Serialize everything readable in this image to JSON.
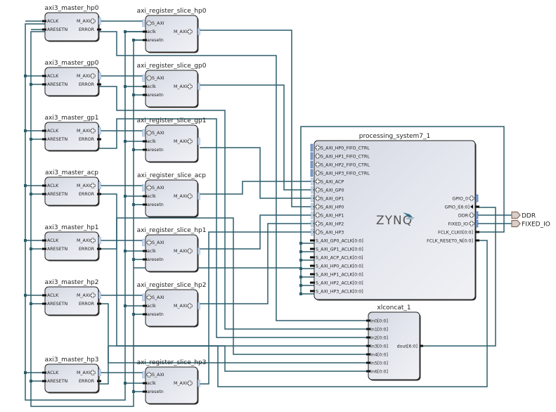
{
  "colors": {
    "net": "#2b5d6b",
    "bus": "#4aa3c2",
    "block_border": "#222222",
    "block_fill_top": "#d8dbe3",
    "block_fill_bottom": "#eef0f5",
    "port_ext": "#8b6a5a"
  },
  "masters": [
    {
      "name": "axi3_master_hp0",
      "pins_left": [
        "ACLK",
        "ARESETN"
      ],
      "pins_right": [
        "M_AXI",
        "ERROR"
      ]
    },
    {
      "name": "axi3_master_gp0",
      "pins_left": [
        "ACLK",
        "ARESETN"
      ],
      "pins_right": [
        "M_AXI",
        "ERROR"
      ]
    },
    {
      "name": "axi3_master_gp1",
      "pins_left": [
        "ACLK",
        "ARESETN"
      ],
      "pins_right": [
        "M_AXI",
        "ERROR"
      ]
    },
    {
      "name": "axi3_master_acp",
      "pins_left": [
        "ACLK",
        "ARESETN"
      ],
      "pins_right": [
        "M_AXI",
        "ERROR"
      ]
    },
    {
      "name": "axi3_master_hp1",
      "pins_left": [
        "ACLK",
        "ARESETN"
      ],
      "pins_right": [
        "M_AXI",
        "ERROR"
      ]
    },
    {
      "name": "axi3_master_hp2",
      "pins_left": [
        "ACLK",
        "ARESETN"
      ],
      "pins_right": [
        "M_AXI",
        "ERROR"
      ]
    },
    {
      "name": "axi3_master_hp3",
      "pins_left": [
        "ACLK",
        "ARESETN"
      ],
      "pins_right": [
        "M_AXI",
        "ERROR"
      ]
    }
  ],
  "slices": [
    {
      "name": "axi_register_slice_hp0",
      "pins_left": [
        "S_AXI",
        "aclk",
        "aresetn"
      ],
      "pins_right": [
        "M_AXI"
      ]
    },
    {
      "name": "axi_register_slice_gp0",
      "pins_left": [
        "S_AXI",
        "aclk",
        "aresetn"
      ],
      "pins_right": [
        "M_AXI"
      ]
    },
    {
      "name": "axi_register_slice_gp1",
      "pins_left": [
        "S_AXI",
        "aclk",
        "aresetn"
      ],
      "pins_right": [
        "M_AXI"
      ]
    },
    {
      "name": "axi_register_slice_acp",
      "pins_left": [
        "S_AXI",
        "aclk",
        "aresetn"
      ],
      "pins_right": [
        "M_AXI"
      ]
    },
    {
      "name": "axi_register_slice_hp1",
      "pins_left": [
        "S_AXI",
        "aclk",
        "aresetn"
      ],
      "pins_right": [
        "M_AXI"
      ]
    },
    {
      "name": "axi_register_slice_hp2",
      "pins_left": [
        "S_AXI",
        "aclk",
        "aresetn"
      ],
      "pins_right": [
        "M_AXI"
      ]
    },
    {
      "name": "axi_register_slice_hp3",
      "pins_left": [
        "S_AXI",
        "aclk",
        "aresetn"
      ],
      "pins_right": [
        "M_AXI"
      ]
    }
  ],
  "ps7": {
    "name": "processing_system7_1",
    "logo": "ZYNQ",
    "pins_left_fifo": [
      "S_AXI_HP0_FIFO_CTRL",
      "S_AXI_HP1_FIFO_CTRL",
      "S_AXI_HP2_FIFO_CTRL",
      "S_AXI_HP3_FIFO_CTRL"
    ],
    "pins_left_axi": [
      "S_AXI_ACP",
      "S_AXI_GP0",
      "S_AXI_GP1",
      "S_AXI_HP0",
      "S_AXI_HP1",
      "S_AXI_HP2",
      "S_AXI_HP3"
    ],
    "pins_left_clk": [
      "S_AXI_GP0_ACLK[0:0]",
      "S_AXI_GP1_ACLK[0:0]",
      "S_AXI_ACP_ACLK[0:0]",
      "S_AXI_HP0_ACLK[0:0]",
      "S_AXI_HP1_ACLK[0:0]",
      "S_AXI_HP2_ACLK[0:0]",
      "S_AXI_HP3_ACLK[0:0]"
    ],
    "pins_right": [
      "GPIO_0",
      "GPIO_I[6:0]",
      "DDR",
      "FIXED_IO",
      "FCLK_CLK0[0:0]",
      "FCLK_RESET0_N[0:0]"
    ]
  },
  "concat": {
    "name": "xlconcat_1",
    "pins_left": [
      "In0[0:0]",
      "In1[0:0]",
      "In2[0:0]",
      "In3[0:0]",
      "In4[0:0]",
      "In5[0:0]",
      "In6[0:0]"
    ],
    "pins_right": [
      "dout[6:0]"
    ]
  },
  "external_ports": [
    "DDR",
    "FIXED_IO"
  ]
}
